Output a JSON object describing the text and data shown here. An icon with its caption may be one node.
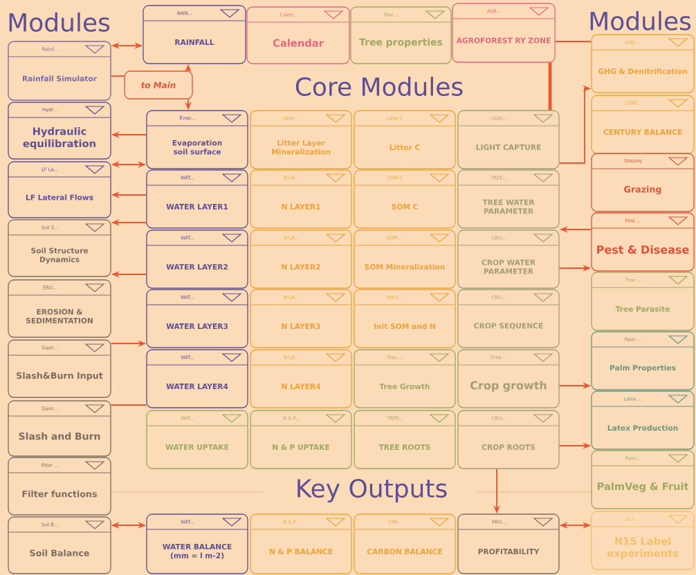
{
  "diagram": {
    "nodes": [
      {
        "text": [
          "Rainf...",
          "Rainfall Simulator"
        ]
      },
      {
        "text": [
          "Hydr...",
          "Hydraulic equilibration"
        ]
      },
      {
        "text": [
          "LF La...",
          "LF Lateral Flows"
        ]
      },
      {
        "text": [
          "Soil S...",
          "Soil Structure Dynamics"
        ]
      },
      {
        "text": [
          "ERO...",
          "EROSION & SEDIMENTATION"
        ]
      },
      {
        "text": [
          "Slash...",
          "Slash&Burn Input"
        ]
      },
      {
        "text": [
          "Slash...",
          "Slash and Burn"
        ]
      },
      {
        "text": [
          "Filter ...",
          "Filter functions"
        ]
      },
      {
        "text": [
          "Soil B...",
          "Soil Balance"
        ]
      },
      {
        "text": [
          "RAIN...",
          "RAINFALL"
        ]
      },
      {
        "text": [
          "Calen...",
          "Calendar"
        ]
      },
      {
        "text": [
          "Tree ...",
          "Tree properties"
        ]
      },
      {
        "text": [
          "AGR...",
          "AGROFOREST RY ZONE"
        ]
      },
      {
        "text": [
          "to Main"
        ]
      },
      {
        "text": [
          "Evap...",
          "Evaporation soil surface"
        ]
      },
      {
        "text": [
          "Litter ...",
          "Litter Layer Mineralization"
        ]
      },
      {
        "text": [
          "Litter C",
          "Litter C"
        ]
      },
      {
        "text": [
          "LIGH...",
          "LIGHT CAPTURE"
        ]
      },
      {
        "text": [
          "WAT...",
          "WATER LAYER1"
        ]
      },
      {
        "text": [
          "N LA...",
          "N LAYER1"
        ]
      },
      {
        "text": [
          "SOM C",
          "SOM C"
        ]
      },
      {
        "text": [
          "TREE...",
          "TREE WATER PARAMETER"
        ]
      },
      {
        "text": [
          "WAT...",
          "WATER LAYER2"
        ]
      },
      {
        "text": [
          "N LA...",
          "N LAYER2"
        ]
      },
      {
        "text": [
          "SOM ...",
          "SOM Mineralization"
        ]
      },
      {
        "text": [
          "CRO...",
          "CROP WATER PARAMETER"
        ]
      },
      {
        "text": [
          "WAT...",
          "WATER LAYER3"
        ]
      },
      {
        "text": [
          "N LA...",
          "N LAYER3"
        ]
      },
      {
        "text": [
          "Init S...",
          "Init SOM and N"
        ]
      },
      {
        "text": [
          "CRO...",
          "CROP SEQUENCE"
        ]
      },
      {
        "text": [
          "WAT...",
          "WATER LAYER4"
        ]
      },
      {
        "text": [
          "N LA...",
          "N LAYER4"
        ]
      },
      {
        "text": [
          "Tree ...",
          "Tree Growth"
        ]
      },
      {
        "text": [
          "Crop ...",
          "Crop growth"
        ]
      },
      {
        "text": [
          "WAT...",
          "WATER UPTAKE"
        ]
      },
      {
        "text": [
          "N & P...",
          "N & P UPTAKE"
        ]
      },
      {
        "text": [
          "TREE...",
          "TREE ROOTS"
        ]
      },
      {
        "text": [
          "CRO...",
          "CROP ROOTS"
        ]
      },
      {
        "text": [
          "WAT...",
          "WATER BALANCE (mm = l m-2)"
        ]
      },
      {
        "text": [
          "N & P...",
          "N & P BALANCE"
        ]
      },
      {
        "text": [
          "CAR...",
          "CARBON BALANCE"
        ]
      },
      {
        "text": [
          "PRO...",
          "PROFITABILITY"
        ]
      },
      {
        "text": [
          "GHG ...",
          "GHG & Denitrification"
        ]
      },
      {
        "text": [
          "CENT...",
          "CENTURY BALANCE"
        ]
      },
      {
        "text": [
          "Grazing",
          "Grazing"
        ]
      },
      {
        "text": [
          "Pest ...",
          "Pest & Disease"
        ]
      },
      {
        "text": [
          "Tree ...",
          "Tree Parasite"
        ]
      },
      {
        "text": [
          "Palm ...",
          "Palm Properties"
        ]
      },
      {
        "text": [
          "Latex ...",
          "Latex Production"
        ]
      },
      {
        "text": [
          "Palm...",
          "PalmVeg & Fruit"
        ]
      },
      {
        "text": [
          "N15 ...",
          "N15 Label experiments"
        ]
      }
    ],
    "edges": [
      {
        "from": 0,
        "to": 9,
        "arrow": "both"
      },
      {
        "from": 0,
        "to": 13,
        "arrow": "none"
      },
      {
        "from": 13,
        "to": 9,
        "arrow": "to"
      },
      {
        "from": 13,
        "to": 14,
        "arrow": "to"
      },
      {
        "from": 14,
        "to": 1,
        "arrow": "to"
      },
      {
        "from": 14,
        "to": 2,
        "arrow": "both"
      },
      {
        "from": 18,
        "to": 2,
        "arrow": "to"
      },
      {
        "from": 18,
        "to": 3,
        "arrow": "to"
      },
      {
        "from": 22,
        "to": 3,
        "arrow": "to"
      },
      {
        "from": 5,
        "to": 26,
        "arrow": "to"
      },
      {
        "from": 6,
        "to": 30,
        "arrow": "none"
      },
      {
        "from": 8,
        "to": 38,
        "arrow": "both"
      },
      {
        "from": 12,
        "to": 17,
        "arrow": "none",
        "style": "thick"
      },
      {
        "from": 12,
        "to": 42,
        "arrow": "none"
      },
      {
        "from": 17,
        "to": 42,
        "arrow": "to"
      },
      {
        "from": 45,
        "to": 21,
        "arrow": "to"
      },
      {
        "from": 25,
        "to": 45,
        "arrow": "to"
      },
      {
        "from": 33,
        "to": 47,
        "arrow": "to"
      },
      {
        "from": 37,
        "to": 48,
        "arrow": "to"
      },
      {
        "from": 37,
        "to": 41,
        "arrow": "to"
      },
      {
        "from": 41,
        "to": 50,
        "arrow": "both"
      }
    ],
    "labels": [
      "Modules",
      "Core Modules",
      "Modules",
      "Key Outputs"
    ]
  }
}
